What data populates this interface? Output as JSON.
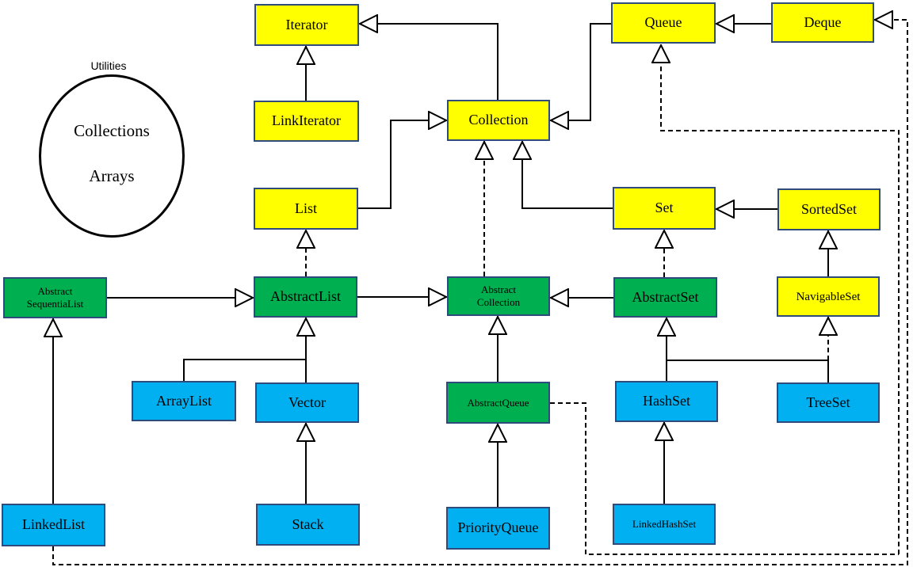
{
  "utilities": {
    "title": "Utilities",
    "items": [
      "Collections",
      "Arrays"
    ]
  },
  "legend_colors": {
    "interface": "#ffff00",
    "abstract_class": "#00b050",
    "concrete_class": "#00b0f0"
  },
  "nodes": {
    "iterator": "Iterator",
    "link_iterator": "LinkIterator",
    "collection": "Collection",
    "queue": "Queue",
    "deque": "Deque",
    "list": "List",
    "set": "Set",
    "sorted_set": "SortedSet",
    "abstract_sequential_list": [
      "Abstract",
      "SequentiaList"
    ],
    "abstract_list": "AbstractList",
    "abstract_collection": [
      "Abstract",
      "Collection"
    ],
    "abstract_set": "AbstractSet",
    "navigable_set": "NavigableSet",
    "array_list": "ArrayList",
    "vector": "Vector",
    "abstract_queue": "AbstractQueue",
    "hash_set": "HashSet",
    "tree_set": "TreeSet",
    "linked_list": "LinkedList",
    "stack": "Stack",
    "priority_queue": "PriorityQueue",
    "linked_hash_set": "LinkedHashSet"
  }
}
